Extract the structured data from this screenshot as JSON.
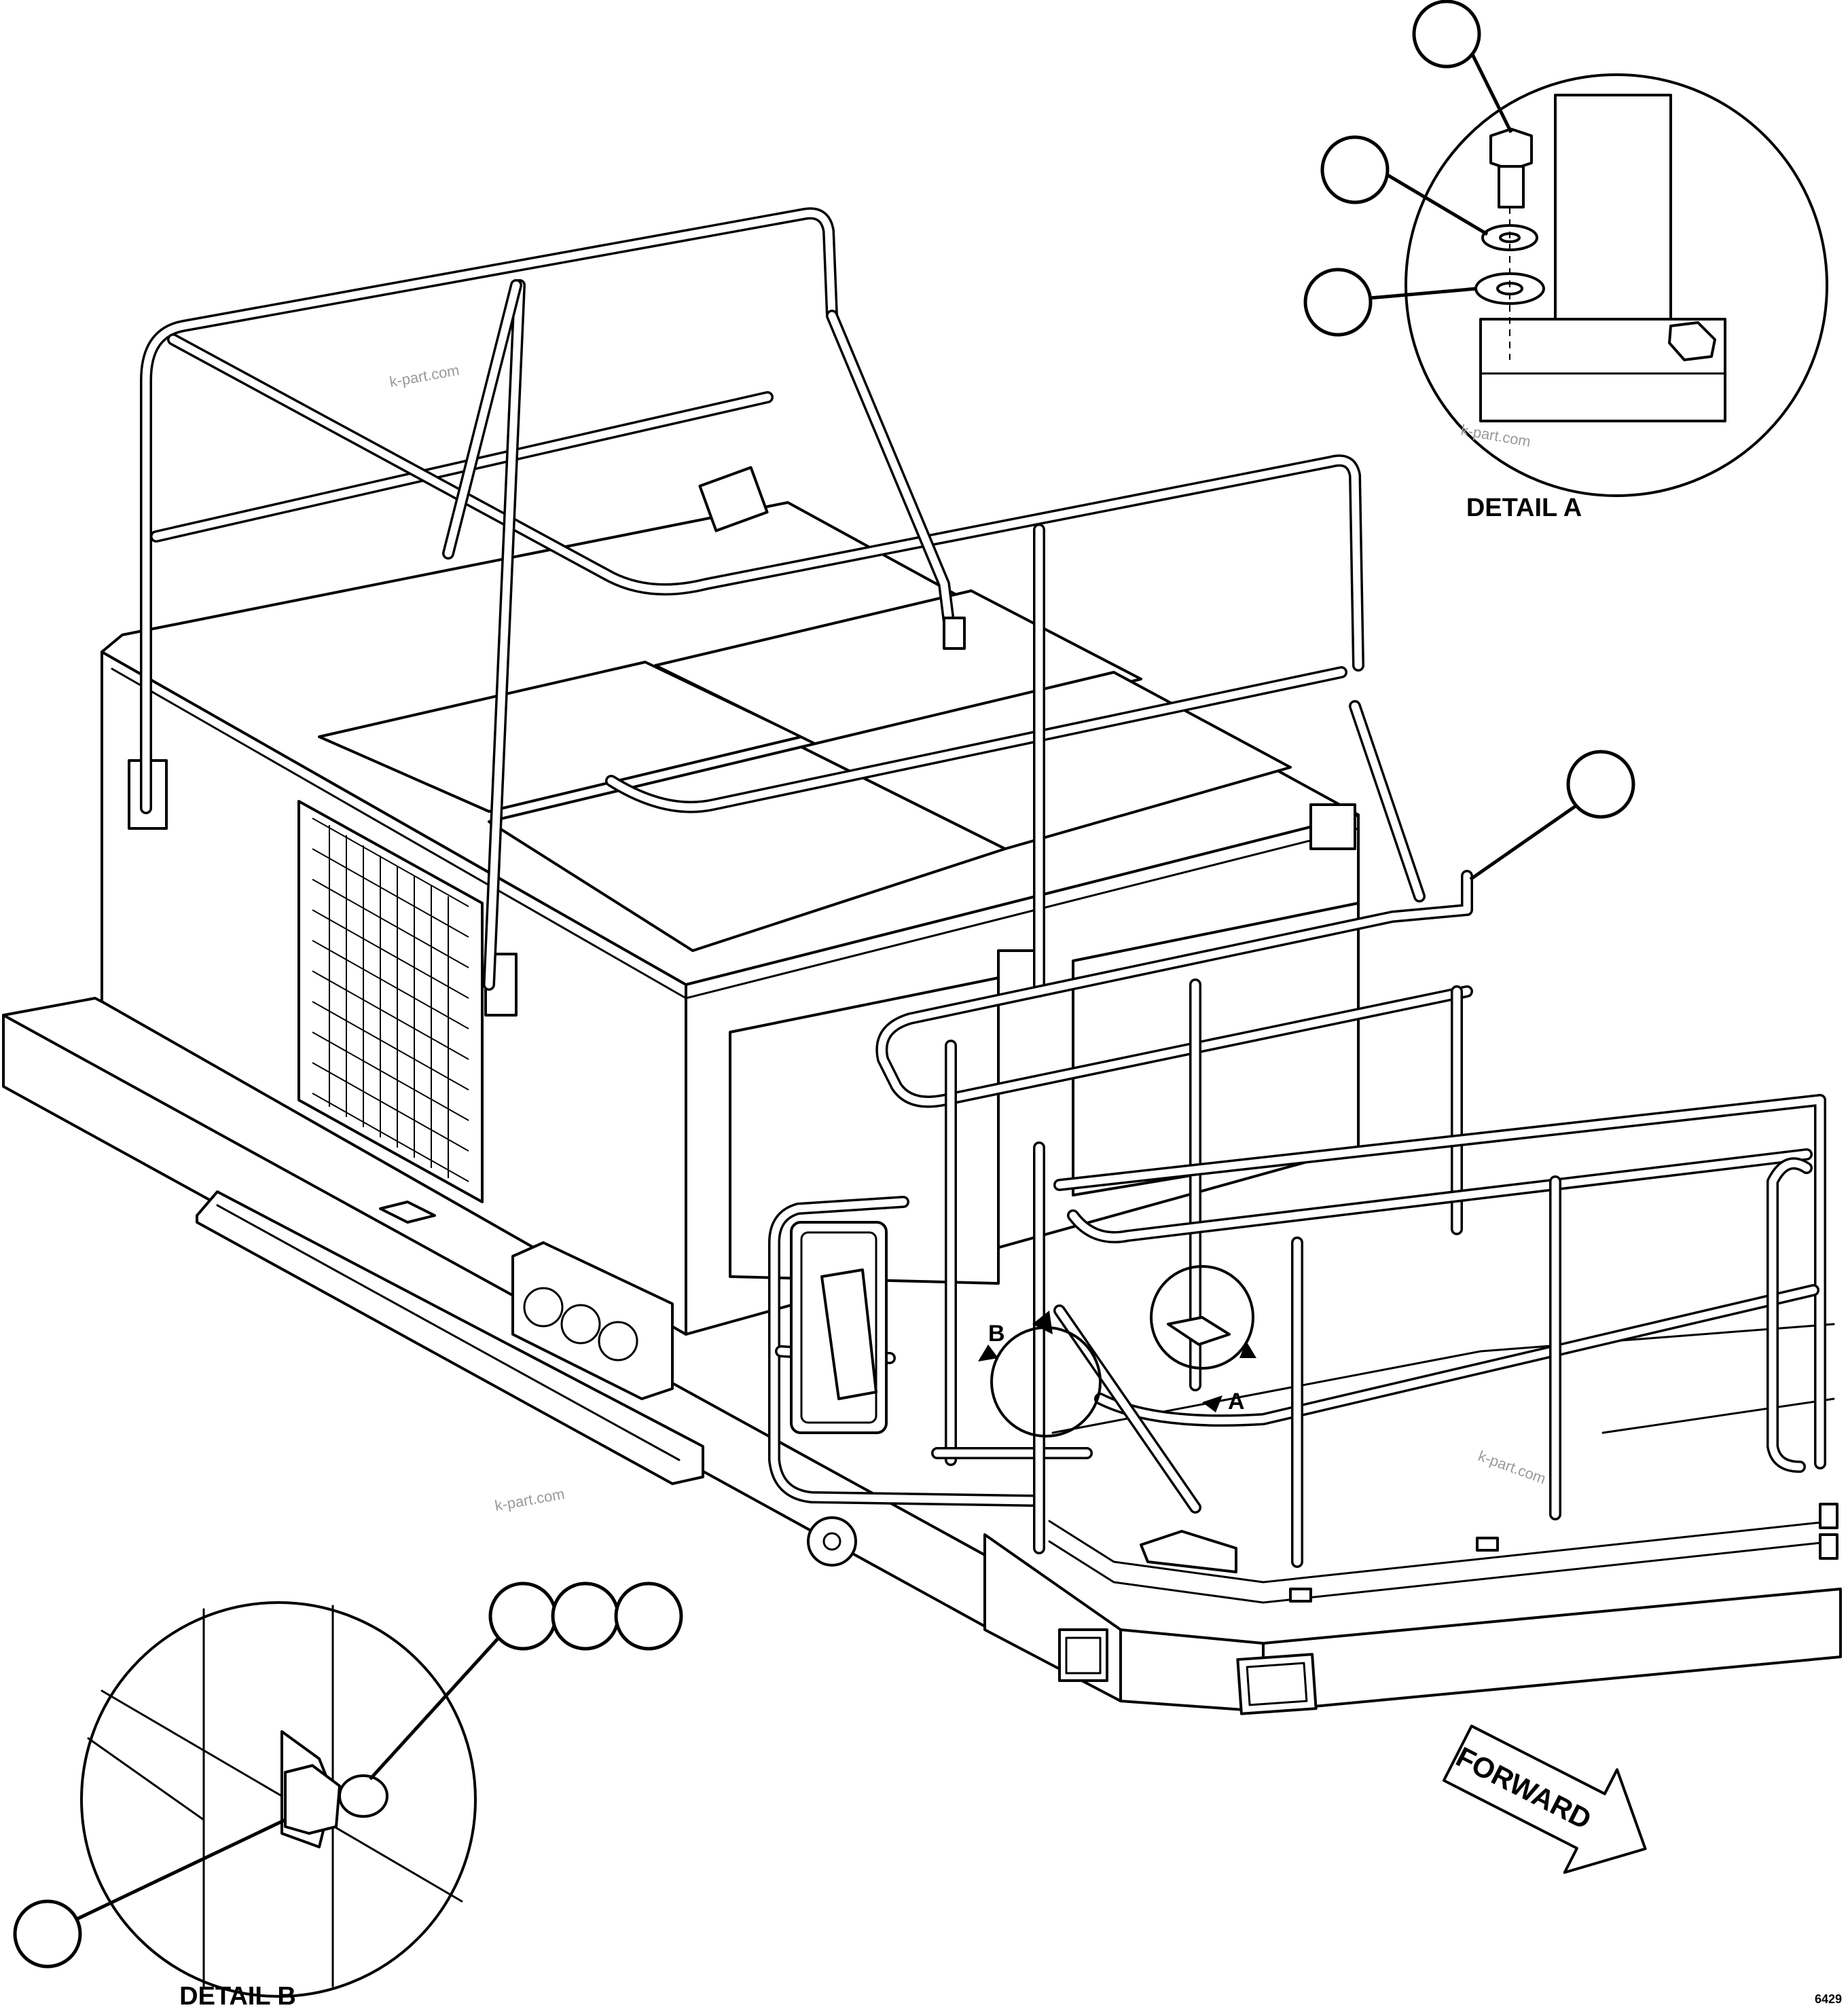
{
  "figure": {
    "detail_a_title": "DETAIL A",
    "detail_b_title": "DETAIL B",
    "view_label_a": "A",
    "view_label_b": "B",
    "forward_label": "FORWARD",
    "figure_code": "6429",
    "watermarks": [
      "k-part.com",
      "k-part.com",
      "k-part.com",
      "k-part.com"
    ]
  },
  "callouts": {
    "detail_a": [
      {
        "id": "callout-a1",
        "text": ""
      },
      {
        "id": "callout-a2",
        "text": ""
      },
      {
        "id": "callout-a3",
        "text": ""
      }
    ],
    "main": [
      {
        "id": "callout-rail",
        "text": ""
      }
    ],
    "detail_b": [
      {
        "id": "callout-b1",
        "text": ""
      },
      {
        "id": "callout-b2",
        "text": ""
      },
      {
        "id": "callout-b3",
        "text": ""
      },
      {
        "id": "callout-b4",
        "text": ""
      }
    ]
  }
}
